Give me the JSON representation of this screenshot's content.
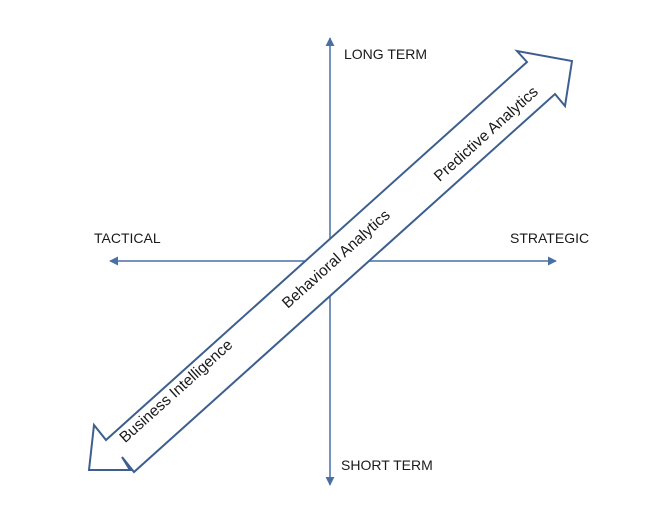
{
  "axes": {
    "top_label": "LONG TERM",
    "bottom_label": "SHORT TERM",
    "left_label": "TACTICAL",
    "right_label": "STRATEGIC"
  },
  "diagonal_arrow": {
    "labels": [
      "Business Intelligence",
      "Behavioral Analytics",
      "Predictive Analytics"
    ]
  },
  "colors": {
    "axis": "#4a6fa5",
    "arrow_outline": "#3d5f8f",
    "arrow_fill": "#ffffff",
    "text": "#1a1a1a"
  }
}
